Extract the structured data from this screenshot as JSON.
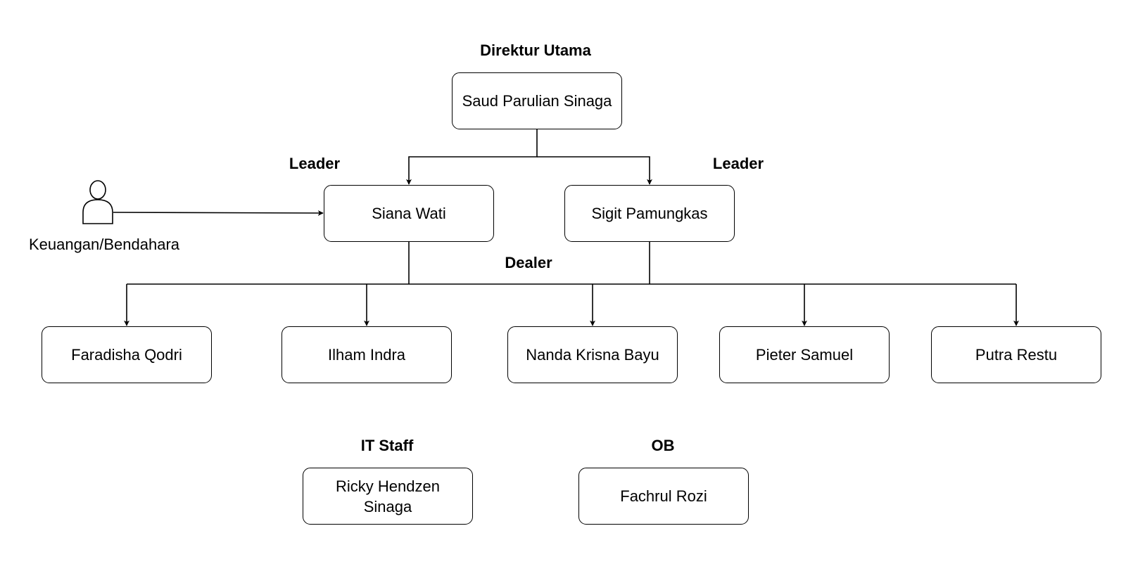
{
  "colors": {
    "line": "#000000",
    "box_border": "#000000",
    "background": "#ffffff"
  },
  "roles": {
    "director": "Direktur Utama",
    "leader_left": "Leader",
    "leader_right": "Leader",
    "dealer": "Dealer",
    "it_staff": "IT Staff",
    "ob": "OB"
  },
  "nodes": {
    "director": "Saud Parulian Sinaga",
    "leader_1": "Siana Wati",
    "leader_2": "Sigit Pamungkas",
    "dealers": [
      "Faradisha Qodri",
      "Ilham Indra",
      "Nanda Krisna Bayu",
      "Pieter Samuel",
      "Putra Restu"
    ],
    "it_staff": "Ricky Hendzen Sinaga",
    "ob": "Fachrul Rozi"
  },
  "actor": {
    "icon": "person-icon",
    "label": "Keuangan/Bendahara"
  }
}
